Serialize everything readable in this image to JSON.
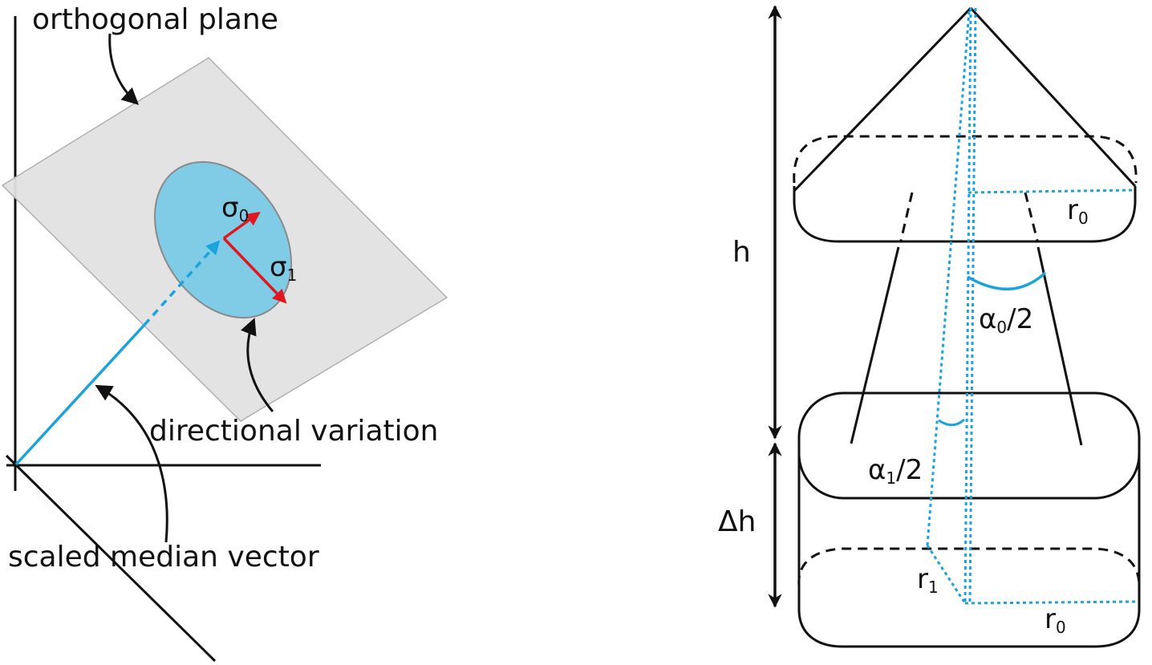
{
  "left": {
    "labels": {
      "orthogonal_plane": "orthogonal plane",
      "directional_variation": "directional variation",
      "scaled_median_vector": "scaled median vector",
      "sigma0": "σ",
      "sigma0_sub": "0",
      "sigma1": "σ",
      "sigma1_sub": "1"
    },
    "colors": {
      "plane_fill": "#e1e1e1",
      "ellipse_fill": "#80cce6",
      "vector": "#1ca3dc",
      "sigma_arrows": "#e0171f"
    }
  },
  "right": {
    "labels": {
      "h": "h",
      "delta_h": "Δh",
      "r0_top": "r",
      "r0_top_sub": "0",
      "r0_bottom": "r",
      "r0_bottom_sub": "0",
      "r1": "r",
      "r1_sub": "1",
      "alpha0": "α",
      "alpha0_sub": "0",
      "alpha0_suffix": "/2",
      "alpha1": "α",
      "alpha1_sub": "1",
      "alpha1_suffix": "/2"
    },
    "colors": {
      "dashed_guides": "#1ca3dc",
      "outline": "#111111"
    }
  }
}
